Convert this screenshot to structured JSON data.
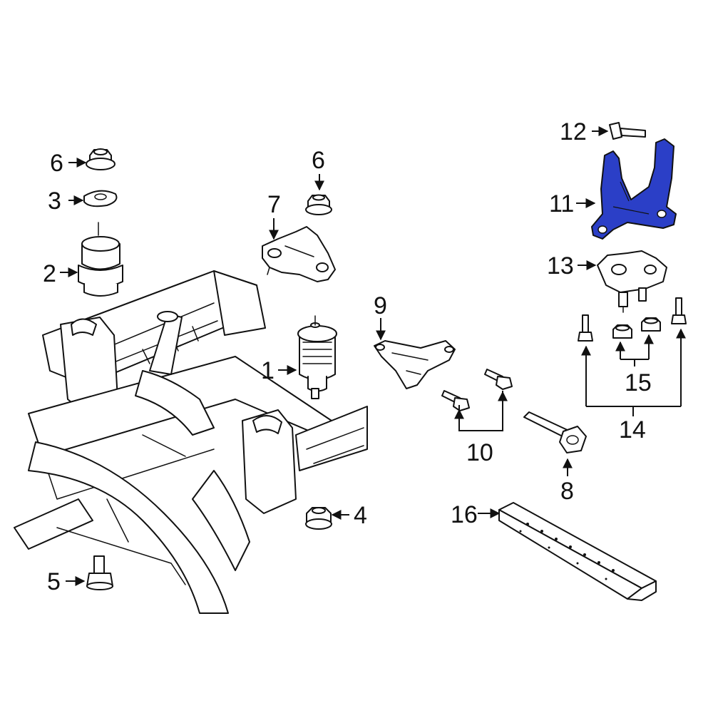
{
  "highlight_color": "#2b3fc7",
  "callouts": {
    "p1": "1",
    "p2": "2",
    "p3": "3",
    "p4": "4",
    "p5": "5",
    "p6a": "6",
    "p6b": "6",
    "p7": "7",
    "p8": "8",
    "p9": "9",
    "p10": "10",
    "p11": "11",
    "p12": "12",
    "p13": "13",
    "p14": "14",
    "p15": "15",
    "p16": "16"
  }
}
